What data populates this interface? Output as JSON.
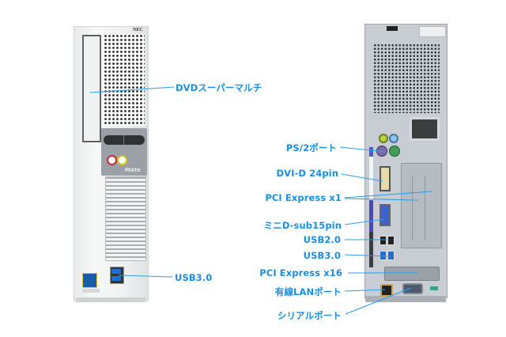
{
  "brand": {
    "front_logo": "NEC",
    "front_model": "Mate"
  },
  "colors": {
    "label": "#1a8fe2",
    "leader_line": "#2aa0e8"
  },
  "front_labels": [
    {
      "id": "dvd",
      "text": "DVDスーパーマルチ"
    },
    {
      "id": "usb3-front",
      "text": "USB3.0"
    }
  ],
  "rear_labels": [
    {
      "id": "ps2",
      "text": "PS/2ポート"
    },
    {
      "id": "dvi",
      "text": "DVI-D 24pin"
    },
    {
      "id": "pcie-x1",
      "text": "PCI Express x1"
    },
    {
      "id": "vga",
      "text": "ミニD-sub15pin"
    },
    {
      "id": "usb2",
      "text": "USB2.0"
    },
    {
      "id": "usb3-rear",
      "text": "USB3.0"
    },
    {
      "id": "pcie-x16",
      "text": "PCI Express x16"
    },
    {
      "id": "lan",
      "text": "有線LANポート"
    },
    {
      "id": "serial",
      "text": "シリアルポート"
    }
  ]
}
